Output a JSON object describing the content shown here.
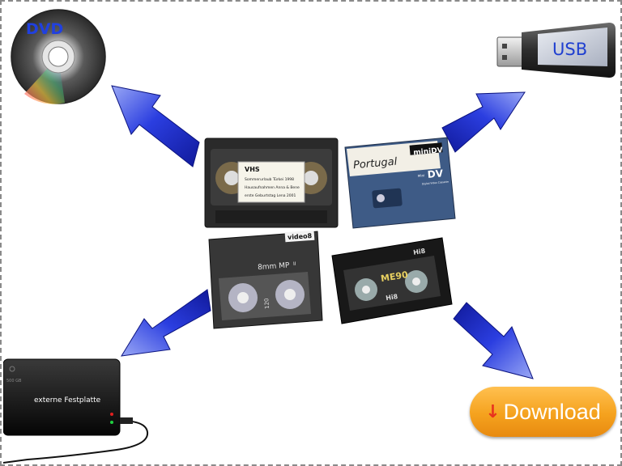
{
  "dvd": {
    "label": "DVD"
  },
  "usb": {
    "label": "USB"
  },
  "vhs": {
    "brand": "VHS",
    "label_lines": [
      "Sommerurlaub Türkei 1998",
      "Hausaufnahmen Anna & Bene",
      "erste Geburtstag Lena 2001"
    ]
  },
  "minidv": {
    "brand": "miniDV",
    "handwriting": "Portugal",
    "logo": "DV",
    "logo_prefix": "Mini",
    "logo_caption": "Digital Video Cassette"
  },
  "video8": {
    "brand": "video8",
    "format": "8mm MP",
    "format_suffix": "II",
    "runtime": "120"
  },
  "hi8": {
    "top_label": "Hi8",
    "model": "ME90",
    "bottom_label": "Hi8"
  },
  "hdd": {
    "label": "externe Festplatte",
    "capacity": "500 GB"
  },
  "download": {
    "label": "Download",
    "icon": "download-arrow-icon",
    "color": "#f5a21e"
  },
  "colors": {
    "arrow": "#2233c8",
    "arrow_light": "#9aa8f5"
  }
}
